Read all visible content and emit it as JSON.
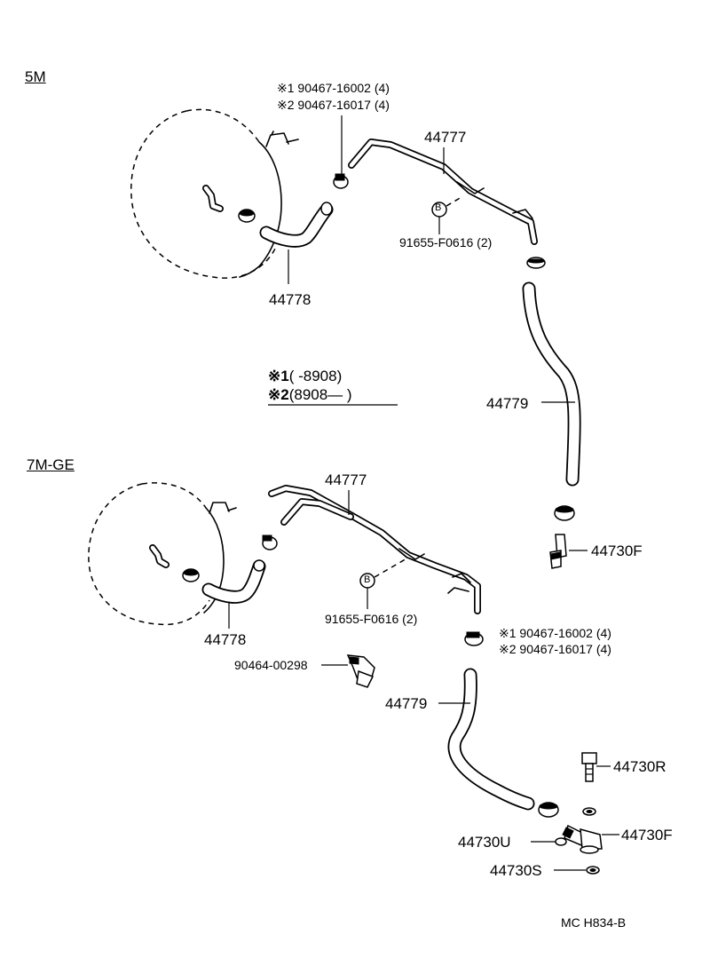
{
  "variants": {
    "top": "5M",
    "bottom": "7M-GE"
  },
  "notes": {
    "n1": {
      "mark": "※1",
      "range": "(      -8908)"
    },
    "n2": {
      "mark": "※2",
      "range": "(8908—      )"
    }
  },
  "top": {
    "clamp_1": "※1 90467-16002 (4)",
    "clamp_2": "※2 90467-16017 (4)",
    "pipe": "44777",
    "clip_mark": "B",
    "clip": "91655-F0616 (2)",
    "hose_short": "44778",
    "hose_long": "44779",
    "valve": "44730F"
  },
  "bottom": {
    "pipe": "44777",
    "clip_mark": "B",
    "clip": "91655-F0616 (2)",
    "hose_short": "44778",
    "fitting": "90464-00298",
    "clamp_1": "※1 90467-16002 (4)",
    "clamp_2": "※2 90467-16017 (4)",
    "hose_long": "44779",
    "bolt": "44730R",
    "valve": "44730F",
    "cap": "44730U",
    "washer": "44730S"
  },
  "footer": {
    "code": "MC  H834-B"
  },
  "icons": [
    "brake-booster-icon",
    "clamp-icon",
    "check-valve-icon",
    "union-bolt-icon",
    "washer-icon",
    "clip-icon"
  ]
}
